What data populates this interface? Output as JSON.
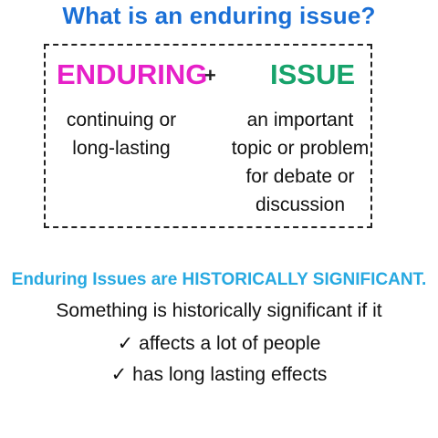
{
  "title": "What is an enduring issue?",
  "definition": {
    "enduring": {
      "term": "ENDURING",
      "color": "#e620c8",
      "lines": [
        "continuing or",
        "long-lasting"
      ]
    },
    "plus": "+",
    "issue": {
      "term": "ISSUE",
      "color": "#17a36b",
      "lines": [
        "an important",
        "topic or problem",
        "for debate or",
        "discussion"
      ]
    }
  },
  "significance": {
    "heading": "Enduring Issues are HISTORICALLY SIGNIFICANT.",
    "heading_color": "#27a9e1",
    "intro": "Something is historically significant if it",
    "check_symbol": "✓",
    "criteria": [
      "affects a lot of people",
      "has long lasting effects"
    ]
  },
  "colors": {
    "title": "#1a6fd6",
    "text": "#111111"
  }
}
